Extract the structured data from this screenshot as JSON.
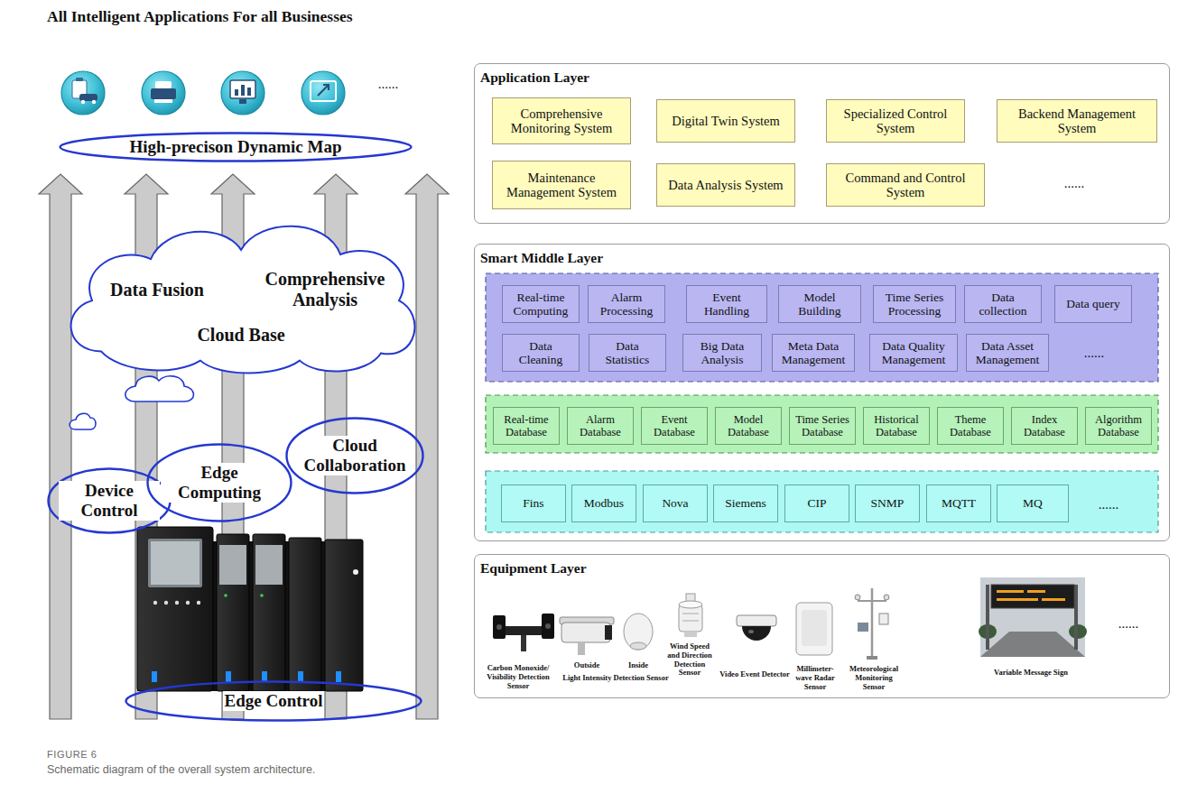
{
  "diagram": {
    "title": "All Intelligent Applications For all Businesses",
    "caption": "Schematic diagram of the overall system architecture.",
    "nodes": [
      {
        "text": [
          "High-precison Dynamic Map"
        ]
      },
      {
        "text": [
          "Data Fusion",
          "Comprehensive Analysis",
          "Cloud Base"
        ]
      },
      {
        "text": [
          "Device Control"
        ]
      },
      {
        "text": [
          "Edge Computing"
        ]
      },
      {
        "text": [
          "Cloud Collaboration"
        ]
      },
      {
        "text": [
          "Edge Control"
        ]
      },
      {
        "text": [
          "Application Layer"
        ]
      },
      {
        "text": [
          "Comprehensive Monitoring System"
        ],
        "in": 6
      },
      {
        "text": [
          "Digital Twin System"
        ],
        "in": 6
      },
      {
        "text": [
          "Specialized Control System"
        ],
        "in": 6
      },
      {
        "text": [
          "Backend Management System"
        ],
        "in": 6
      },
      {
        "text": [
          "Maintenance Management System"
        ],
        "in": 6
      },
      {
        "text": [
          "Data Analysis System"
        ],
        "in": 6
      },
      {
        "text": [
          "Command and Control System"
        ],
        "in": 6
      },
      {
        "text": [
          "Smart Middle Layer"
        ]
      },
      {
        "text": [
          "Real-time Computing"
        ],
        "in": 14
      },
      {
        "text": [
          "Alarm Processing"
        ],
        "in": 14
      },
      {
        "text": [
          "Event Handling"
        ],
        "in": 14
      },
      {
        "text": [
          "Model Building"
        ],
        "in": 14
      },
      {
        "text": [
          "Time Series Processing"
        ],
        "in": 14
      },
      {
        "text": [
          "Data collection"
        ],
        "in": 14
      },
      {
        "text": [
          "Data query"
        ],
        "in": 14
      },
      {
        "text": [
          "Data Cleaning"
        ],
        "in": 14
      },
      {
        "text": [
          "Data Statistics"
        ],
        "in": 14
      },
      {
        "text": [
          "Big Data Analysis"
        ],
        "in": 14
      },
      {
        "text": [
          "Meta Data Management"
        ],
        "in": 14
      },
      {
        "text": [
          "Data Quality Management"
        ],
        "in": 14
      },
      {
        "text": [
          "Data Asset Management"
        ],
        "in": 14
      },
      {
        "text": [
          "Real-time Database"
        ],
        "in": 14
      },
      {
        "text": [
          "Alarm Database"
        ],
        "in": 14
      },
      {
        "text": [
          "Event Database"
        ],
        "in": 14
      },
      {
        "text": [
          "Model Database"
        ],
        "in": 14
      },
      {
        "text": [
          "Time Series Database"
        ],
        "in": 14
      },
      {
        "text": [
          "Historical Database"
        ],
        "in": 14
      },
      {
        "text": [
          "Theme Database"
        ],
        "in": 14
      },
      {
        "text": [
          "Index Database"
        ],
        "in": 14
      },
      {
        "text": [
          "Algorithm Database"
        ],
        "in": 14
      },
      {
        "text": [
          "Fins"
        ],
        "in": 14
      },
      {
        "text": [
          "Modbus"
        ],
        "in": 14
      },
      {
        "text": [
          "Nova"
        ],
        "in": 14
      },
      {
        "text": [
          "Siemens"
        ],
        "in": 14
      },
      {
        "text": [
          "CIP"
        ],
        "in": 14
      },
      {
        "text": [
          "SNMP"
        ],
        "in": 14
      },
      {
        "text": [
          "MQTT"
        ],
        "in": 14
      },
      {
        "text": [
          "MQ"
        ],
        "in": 14
      },
      {
        "text": [
          "Equipment Layer"
        ]
      }
    ],
    "labels": [
      "......",
      "FIGURE 6",
      "......",
      "......",
      "......",
      "Carbon Monoxide/ Visibility Detection Sensor",
      "Outside",
      "Inside",
      "Light Intensity Detection Sensor",
      "Wind Speed and Direction Detection Sensor",
      "Video Event Detector",
      "Millimeter-wave Radar Sensor",
      "Meteorological Monitoring Sensor",
      "Variable Message Sign",
      "......"
    ]
  }
}
